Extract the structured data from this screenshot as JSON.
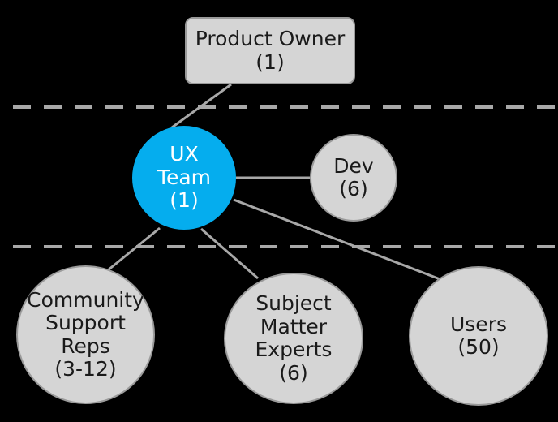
{
  "diagram": {
    "background_color": "#000000",
    "node_fill": "#d5d5d5",
    "node_stroke": "#9a9a9a",
    "accent_color": "#05ADEE",
    "accent_text_color": "#ffffff",
    "edge_color": "#a8a8a8",
    "divider_color": "#a8a8a8",
    "nodes": [
      {
        "id": "product-owner",
        "label": "Product Owner\n(1)",
        "shape": "rounded-rect",
        "tier": "top"
      },
      {
        "id": "ux-team",
        "label": "UX\nTeam\n(1)",
        "shape": "circle",
        "tier": "middle",
        "highlighted": true
      },
      {
        "id": "dev",
        "label": "Dev\n(6)",
        "shape": "circle",
        "tier": "middle"
      },
      {
        "id": "community-support-reps",
        "label": "Community\nSupport\nReps\n(3-12)",
        "shape": "circle",
        "tier": "bottom"
      },
      {
        "id": "subject-matter-experts",
        "label": "Subject\nMatter\nExperts\n(6)",
        "shape": "circle",
        "tier": "bottom"
      },
      {
        "id": "users",
        "label": "Users\n(50)",
        "shape": "circle",
        "tier": "bottom"
      }
    ],
    "edges": [
      {
        "from": "product-owner",
        "to": "ux-team"
      },
      {
        "from": "ux-team",
        "to": "dev"
      },
      {
        "from": "ux-team",
        "to": "community-support-reps"
      },
      {
        "from": "ux-team",
        "to": "subject-matter-experts"
      },
      {
        "from": "ux-team",
        "to": "users"
      }
    ],
    "dividers": [
      {
        "id": "upper-divider",
        "style": "dashed"
      },
      {
        "id": "lower-divider",
        "style": "dashed"
      }
    ]
  }
}
